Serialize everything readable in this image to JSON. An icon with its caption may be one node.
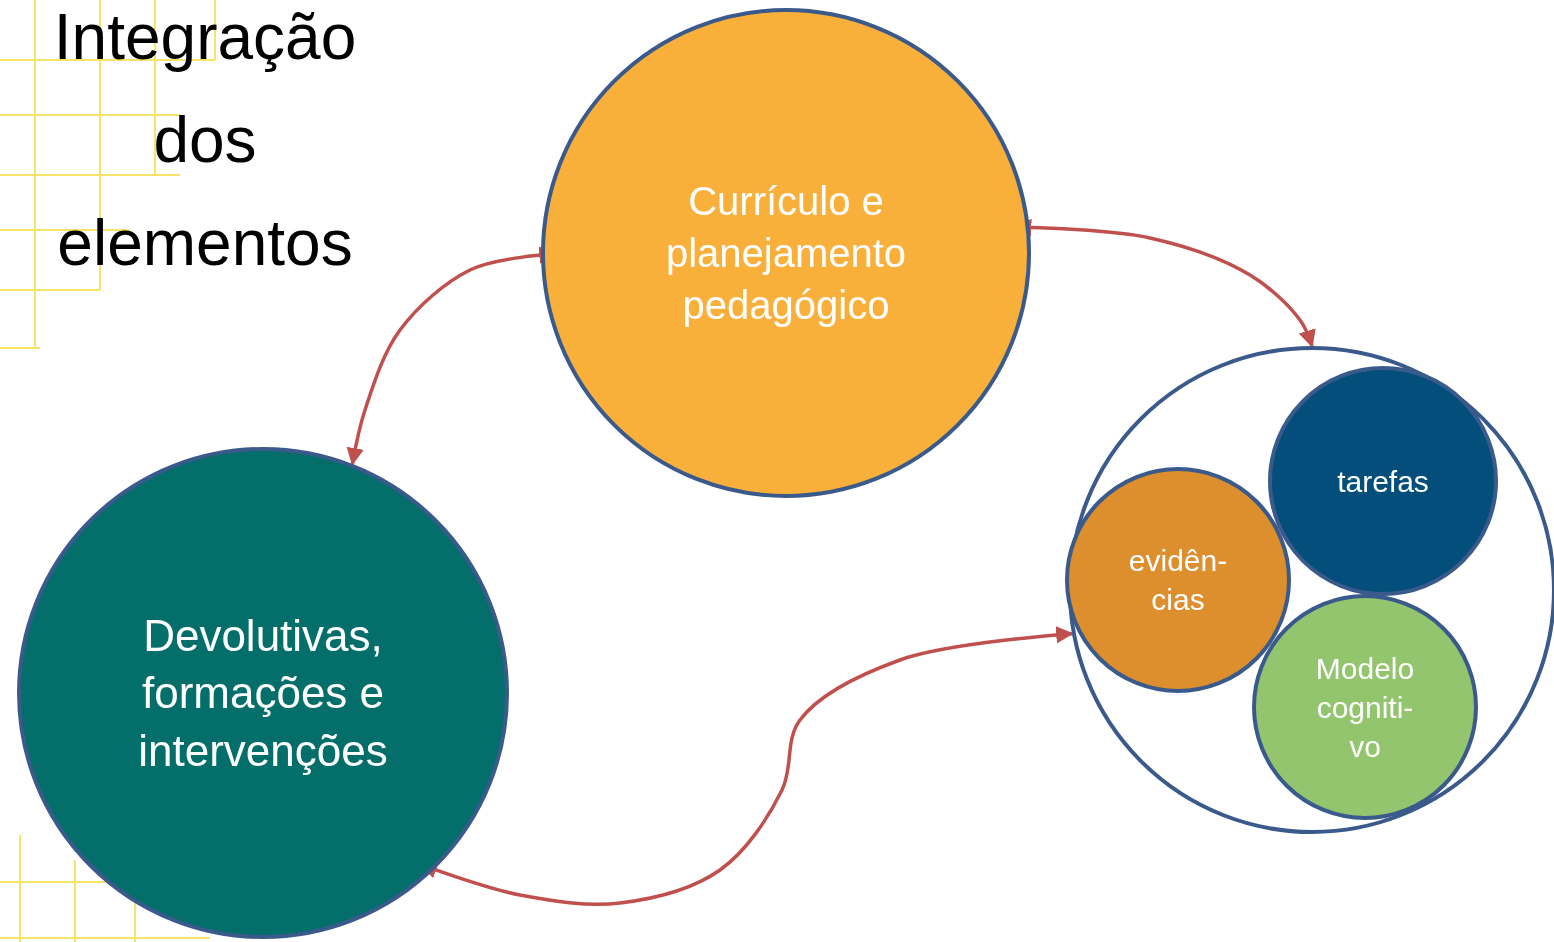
{
  "diagram": {
    "title": "Integração dos elementos",
    "nodes": [
      {
        "text": [
          "Currículo e planejamento pedagógico"
        ]
      },
      {
        "text": [
          "Devolutivas, formações e intervenções"
        ]
      },
      {
        "text": [],
        "shape": "circle"
      },
      {
        "text": [
          "tarefas"
        ],
        "in": 2
      },
      {
        "text": [
          "evidên- cias"
        ],
        "in": 2
      },
      {
        "text": [
          "Modelo cogniti- vo"
        ],
        "in": 2
      }
    ],
    "edges": [
      {
        "from": 0,
        "to": 1,
        "arrow": "both"
      },
      {
        "from": 0,
        "to": 2,
        "arrow": "both"
      },
      {
        "from": 1,
        "to": 2,
        "arrow": "both"
      }
    ]
  }
}
